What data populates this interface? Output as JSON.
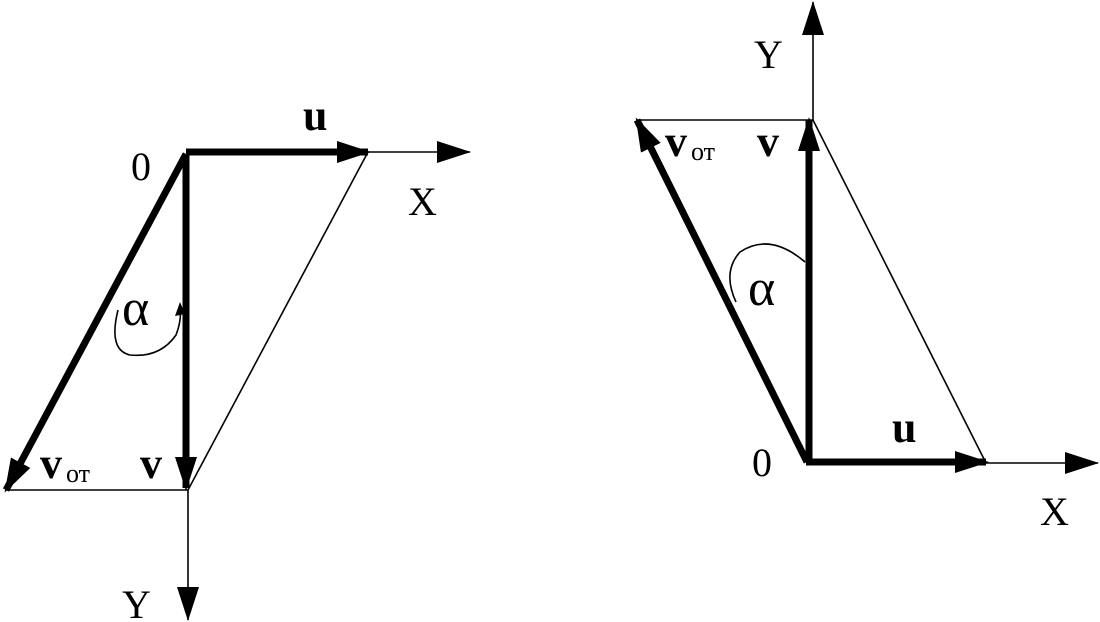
{
  "left_diagram": {
    "origin_label": "0",
    "x_axis_label": "X",
    "y_axis_label": "Y",
    "vector_u_label": "u",
    "vector_v_label": "v",
    "vector_vot_label": "v",
    "vector_vot_subscript": "от",
    "angle_label": "α"
  },
  "right_diagram": {
    "origin_label": "0",
    "x_axis_label": "X",
    "y_axis_label": "Y",
    "vector_u_label": "u",
    "vector_v_label": "v",
    "vector_vot_label": "v",
    "vector_vot_subscript": "от",
    "angle_label": "α"
  },
  "colors": {
    "ink": "#000000",
    "background": "#ffffff"
  }
}
